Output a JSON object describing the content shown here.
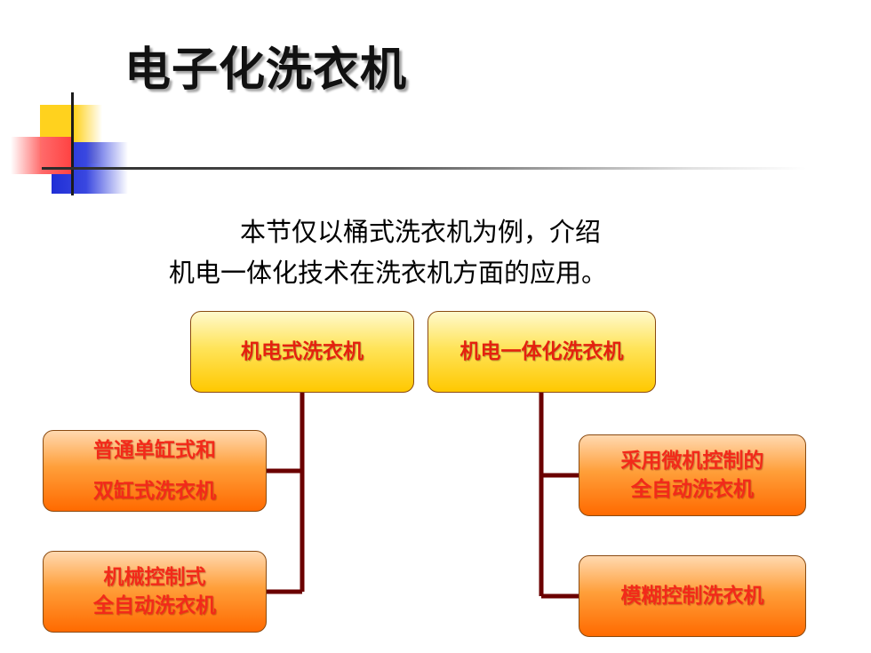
{
  "slide": {
    "title": "电子化洗衣机",
    "intro_line1": "本节仅以桶式洗衣机为例，介绍",
    "intro_line2": "机电一体化技术在洗衣机方面的应用。"
  },
  "diagram": {
    "left_root": "机电式洗衣机",
    "right_root": "机电一体化洗衣机",
    "left_children": [
      {
        "line1": "普通单缸式和",
        "line2": "双缸式洗衣机"
      },
      {
        "line1": "机械控制式",
        "line2": "全自动洗衣机"
      }
    ],
    "right_children": [
      {
        "line1": "采用微机控制的",
        "line2": "全自动洗衣机"
      },
      {
        "line1": "模糊控制洗衣机"
      }
    ],
    "colors": {
      "connector": "#6b0000",
      "label_text": "#e4220f",
      "root_fill": "#ffd21e",
      "child_fill": "#ff7a10"
    }
  }
}
